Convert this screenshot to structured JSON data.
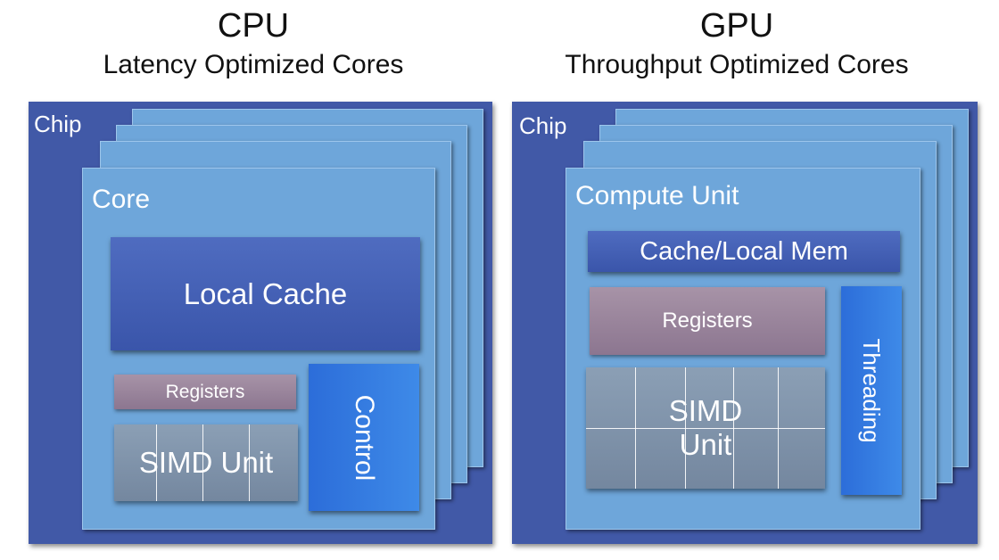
{
  "cpu": {
    "title": "CPU",
    "subtitle": "Latency Optimized Cores",
    "chip_label": "Chip",
    "core_label": "Core",
    "cache_label": "Local Cache",
    "registers_label": "Registers",
    "simd_label": "SIMD Unit",
    "control_label": "Control"
  },
  "gpu": {
    "title": "GPU",
    "subtitle": "Throughput Optimized Cores",
    "chip_label": "Chip",
    "unit_label": "Compute Unit",
    "cache_label": "Cache/Local Mem",
    "registers_label": "Registers",
    "simd_line1": "SIMD",
    "simd_line2": "Unit",
    "threading_label": "Threading"
  },
  "colors": {
    "chip": "#4159a7",
    "core_layer": "#6ea6da",
    "cache": "#4562b6",
    "registers": "#9a849c",
    "simd": "#7f93aa",
    "control": "#3580e2"
  }
}
